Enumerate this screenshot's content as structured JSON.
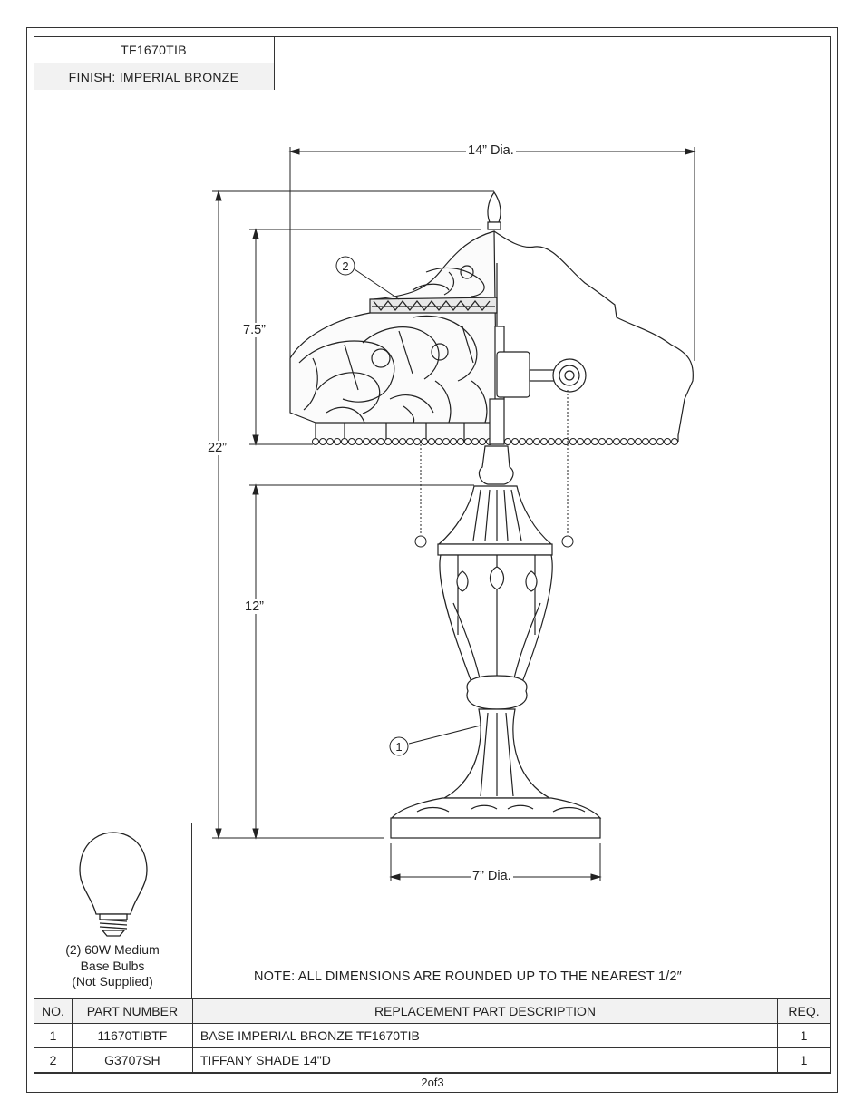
{
  "title_block": {
    "model": "TF1670TIB",
    "finish": "FINISH: IMPERIAL BRONZE"
  },
  "dimensions": {
    "shade_diameter": "14” Dia.",
    "overall_height": "22”",
    "shade_height": "7.5”",
    "base_height": "12”",
    "base_diameter": "7” Dia."
  },
  "callouts": [
    "2",
    "1"
  ],
  "bulb": {
    "line1": "(2) 60W Medium",
    "line2": "Base Bulbs",
    "line3": "(Not Supplied)"
  },
  "note": "NOTE:  ALL DIMENSIONS ARE ROUNDED UP TO THE NEAREST  1/2″",
  "parts_table": {
    "headers": [
      "NO.",
      "PART NUMBER",
      "REPLACEMENT PART DESCRIPTION",
      "REQ."
    ],
    "rows": [
      [
        "1",
        "11670TIBTF",
        "BASE IMPERIAL BRONZE TF1670TIB",
        "1"
      ],
      [
        "2",
        "G3707SH",
        "TIFFANY SHADE 14\"D",
        "1"
      ]
    ]
  },
  "page_number": "2of3"
}
